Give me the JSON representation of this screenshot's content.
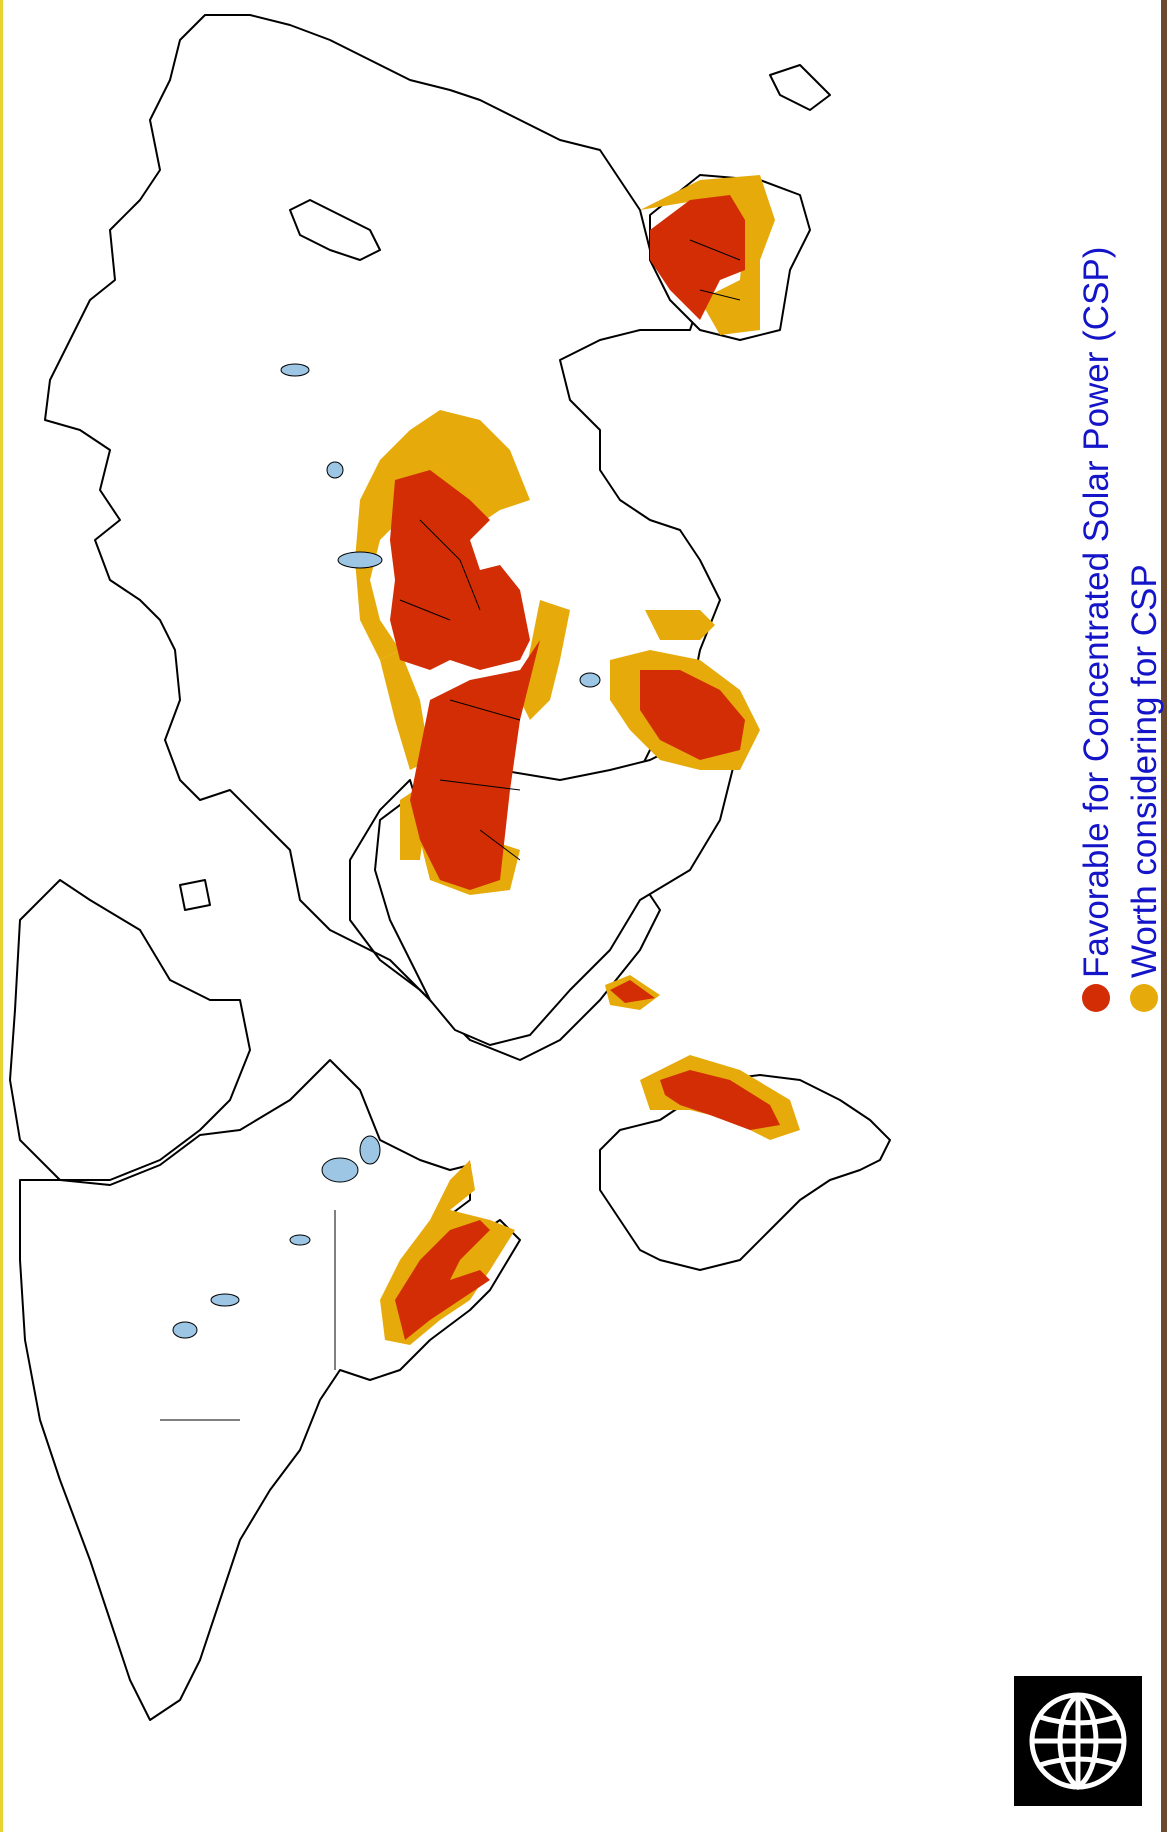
{
  "legend": {
    "favorable": {
      "label": "Favorable for Concentrated Solar Power (CSP)",
      "color": "#d22d05"
    },
    "worth": {
      "label": "Worth considering for CSP",
      "color": "#e6aa0a"
    }
  },
  "map": {
    "water_color": "#9cc6e4",
    "coast_color": "#000000",
    "land_color": "#ffffff"
  },
  "logo": {
    "name": "world-bank-globe-logo"
  }
}
